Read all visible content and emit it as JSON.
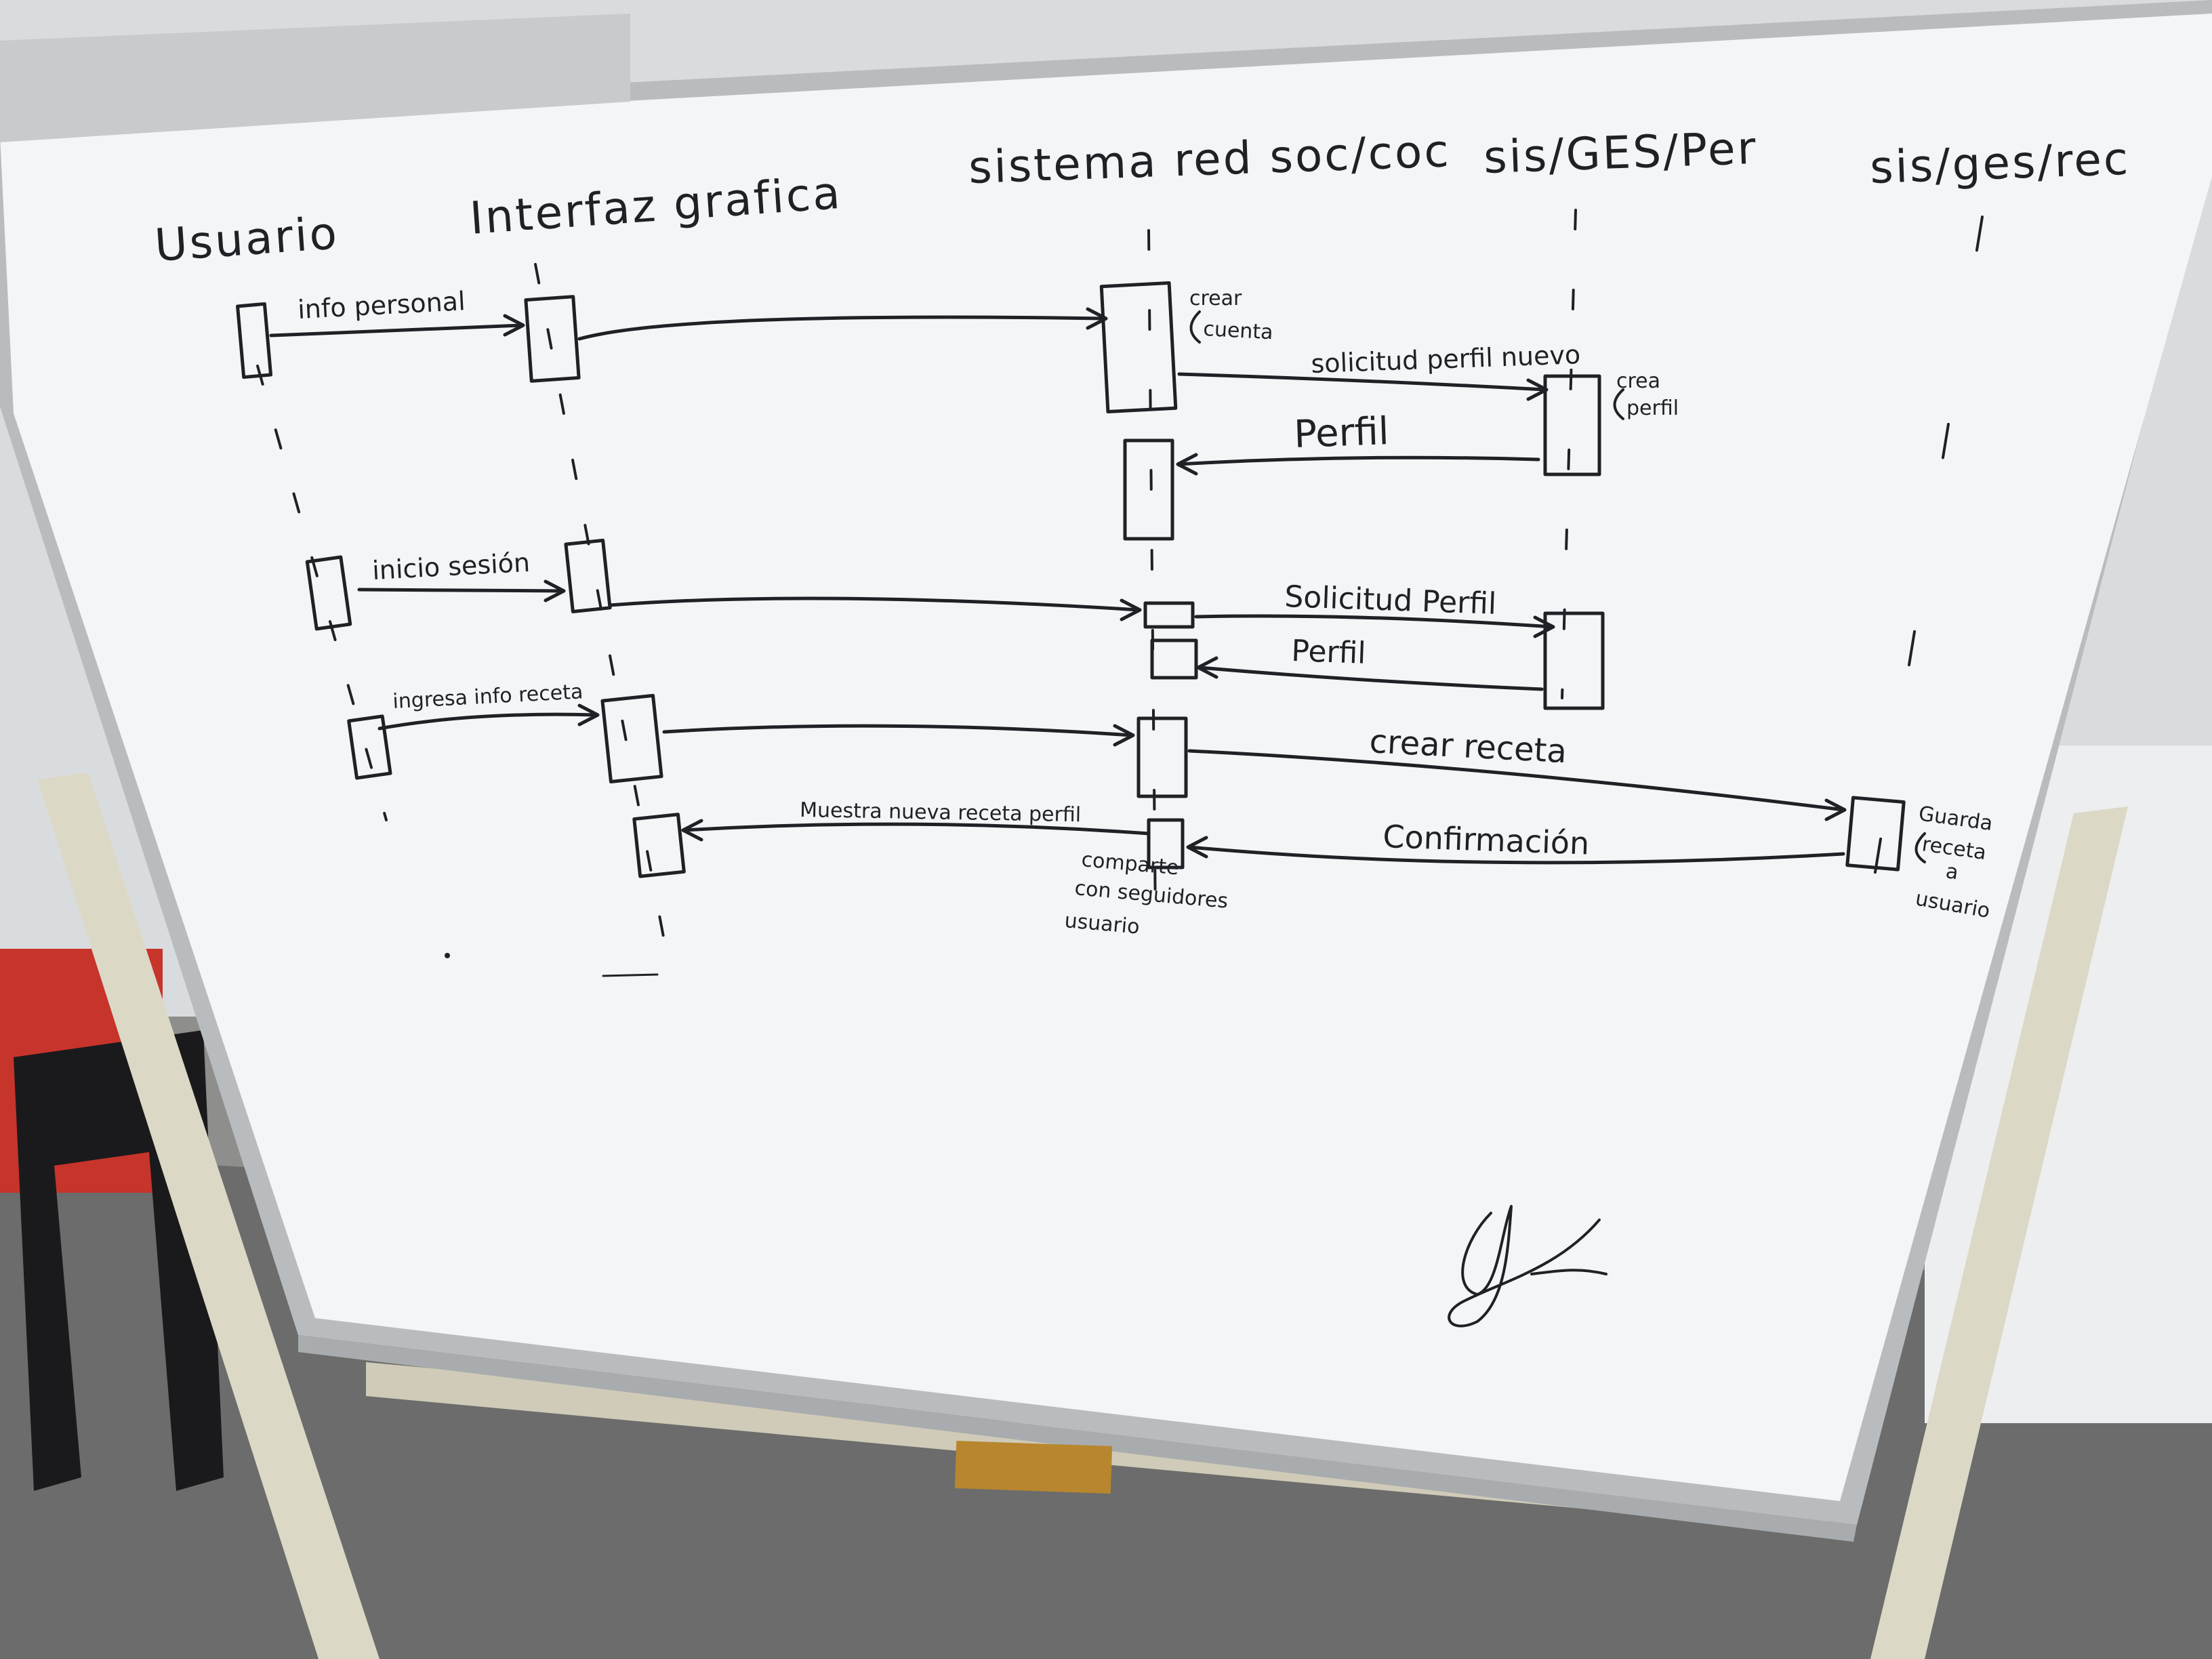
{
  "colors": {
    "board": "#f4f5f7",
    "frame": "#b9bcbf",
    "ink": "#1f2126",
    "floor": "#6f7070",
    "wall": "#dfe1e3",
    "easel": "#ddd9c8"
  },
  "diagram": {
    "type": "sequence-diagram",
    "lifelines": [
      {
        "id": "usuario",
        "label": "Usuario"
      },
      {
        "id": "interfaz",
        "label": "Interfaz grafica"
      },
      {
        "id": "sistema",
        "label": "sistema red soc/coc"
      },
      {
        "id": "per",
        "label": "sis/GES/Per"
      },
      {
        "id": "rec",
        "label": "sis/ges/rec"
      }
    ],
    "messages": [
      {
        "label": "info personal"
      },
      {
        "label": ""
      },
      {
        "label": "solicitud perfil nuevo"
      },
      {
        "label": "Perfil"
      },
      {
        "label": "inicio sesión"
      },
      {
        "label": ""
      },
      {
        "label": "Solicitud Perfil"
      },
      {
        "label": "Perfil"
      },
      {
        "label": "ingresa info receta"
      },
      {
        "label": ""
      },
      {
        "label": "crear receta"
      },
      {
        "label": "Confirmación"
      },
      {
        "label": "Muestra nueva receta perfil"
      }
    ],
    "self_notes": [
      {
        "lines": [
          "crear",
          "cuenta"
        ]
      },
      {
        "lines": [
          "crea",
          "perfil"
        ]
      },
      {
        "lines": [
          "Guarda",
          "receta",
          "a",
          "usuario"
        ]
      },
      {
        "lines": [
          "comparte",
          "con seguidores",
          "usuario"
        ]
      }
    ]
  }
}
